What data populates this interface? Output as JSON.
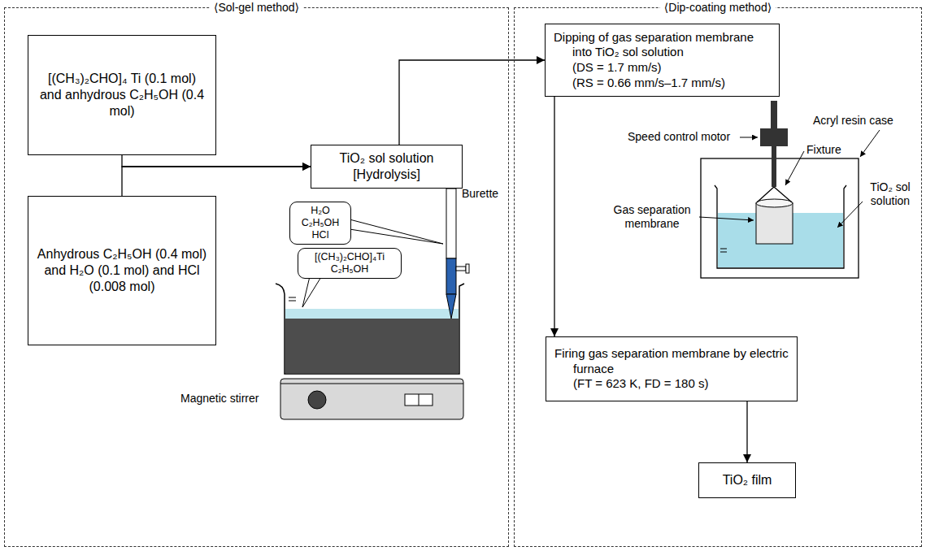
{
  "diagram": {
    "nodes": [
      {
        "text": [
          "⟨Sol-gel method⟩"
        ]
      },
      {
        "text": [
          "[(CH₃)₂CHO]₄ Ti (0.1 mol) and anhydrous C₂H₅OH (0.4 mol)"
        ],
        "in": 0
      },
      {
        "text": [
          "TiO₂ sol solution [Hydrolysis]"
        ],
        "in": 0
      },
      {
        "text": [
          "Anhydrous C₂H₅OH (0.4 mol) and H₂O (0.1 mol) and HCl (0.008 mol)"
        ],
        "in": 0
      },
      {
        "text": [
          "H₂O C₂H₅OH HCl"
        ],
        "in": 0
      },
      {
        "text": [
          "[(CH₃)₂CHO]₄Ti C₂H₅OH"
        ],
        "in": 0
      },
      {
        "text": [
          "⟨Dip-coating method⟩"
        ]
      },
      {
        "text": [
          "Dipping of gas separation membrane into TiO₂ sol solution",
          "(DS = 1.7 mm/s)",
          "(RS = 0.66 mm/s–1.7 mm/s)"
        ],
        "in": 6
      },
      {
        "text": [
          "Firing gas separation membrane by electric furnace",
          "(FT = 623 K, FD = 180 s)"
        ],
        "in": 6
      },
      {
        "text": [
          "TiO₂ film"
        ],
        "in": 6
      }
    ],
    "edges": [
      {
        "from": 1,
        "to": 2,
        "arrow": "to"
      },
      {
        "from": 3,
        "to": 2,
        "arrow": "to"
      },
      {
        "from": 2,
        "to": 7,
        "arrow": "to"
      },
      {
        "from": 7,
        "to": 8,
        "arrow": "to"
      },
      {
        "from": 8,
        "to": 9,
        "arrow": "to"
      }
    ],
    "labels": [
      "Burette",
      "Magnetic stirrer",
      "Speed control motor",
      "Acryl resin case",
      "Fixture",
      "Gas separation membrane",
      "TiO₂ sol solution"
    ]
  }
}
